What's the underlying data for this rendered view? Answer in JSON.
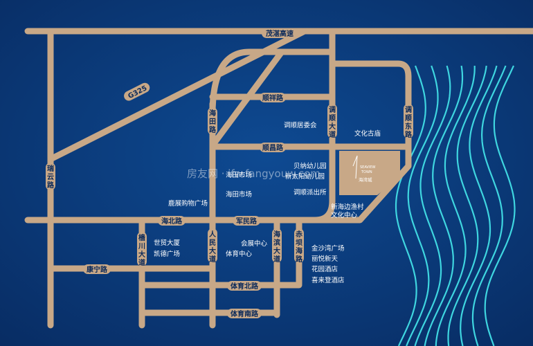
{
  "roads": [
    {
      "id": "maozhan",
      "label": "茂湛高速"
    },
    {
      "id": "g325",
      "label": "G325"
    },
    {
      "id": "shunxiang",
      "label": "顺祥路"
    },
    {
      "id": "shunchang",
      "label": "顺昌路"
    },
    {
      "id": "haitian",
      "label": "海田路"
    },
    {
      "id": "tiaoshun_ave",
      "label": "调顺大道"
    },
    {
      "id": "tiaoshun_east",
      "label": "调顺东路"
    },
    {
      "id": "ruiyun",
      "label": "瑞云路"
    },
    {
      "id": "haibei",
      "label": "海北路"
    },
    {
      "id": "junmin",
      "label": "军民路"
    },
    {
      "id": "zhechuan",
      "label": "樯川大道"
    },
    {
      "id": "renmin",
      "label": "人民大道"
    },
    {
      "id": "haibin",
      "label": "海滨大道"
    },
    {
      "id": "chiwei",
      "label": "赤坝海路"
    },
    {
      "id": "kangning",
      "label": "康宁路"
    },
    {
      "id": "tiyu_north",
      "label": "体育北路"
    },
    {
      "id": "tiyu_south",
      "label": "体育南路"
    }
  ],
  "pois": [
    {
      "id": "juweihui",
      "label": "调顺居委会"
    },
    {
      "id": "wenhua",
      "label": "文化古庙"
    },
    {
      "id": "beina",
      "label": "贝纳幼儿园"
    },
    {
      "id": "xintaiyang",
      "label": "新太阳幼儿园"
    },
    {
      "id": "haitian_liu",
      "label": "海田市场"
    },
    {
      "id": "haitian_shichang",
      "label": "海田市场"
    },
    {
      "id": "paichusuo",
      "label": "调顺派出所"
    },
    {
      "id": "guangchang",
      "label": "鹿展购物广场"
    },
    {
      "id": "yucun",
      "label": "新海边渔村"
    },
    {
      "id": "yucun2",
      "label": "文化中心"
    },
    {
      "id": "shimao",
      "label": "世贸大厦"
    },
    {
      "id": "kaide",
      "label": "凯德广场"
    },
    {
      "id": "huizhan",
      "label": "会展中心"
    },
    {
      "id": "tiyu",
      "label": "体育中心"
    },
    {
      "id": "jinsha",
      "label": "金沙湾广场"
    },
    {
      "id": "liyue",
      "label": "丽悦新天"
    },
    {
      "id": "huayuan",
      "label": "花园酒店"
    },
    {
      "id": "xilai",
      "label": "喜来登酒店"
    }
  ],
  "project": {
    "en_line1": "SEAVIEW",
    "en_line2": "TOWN",
    "cn": "海湾城"
  },
  "watermark": "房友网 · ifw.fangyouw.com",
  "colors": {
    "background": "#0b3a78",
    "road": "#c8a887",
    "wave": "#3fd6e0"
  }
}
